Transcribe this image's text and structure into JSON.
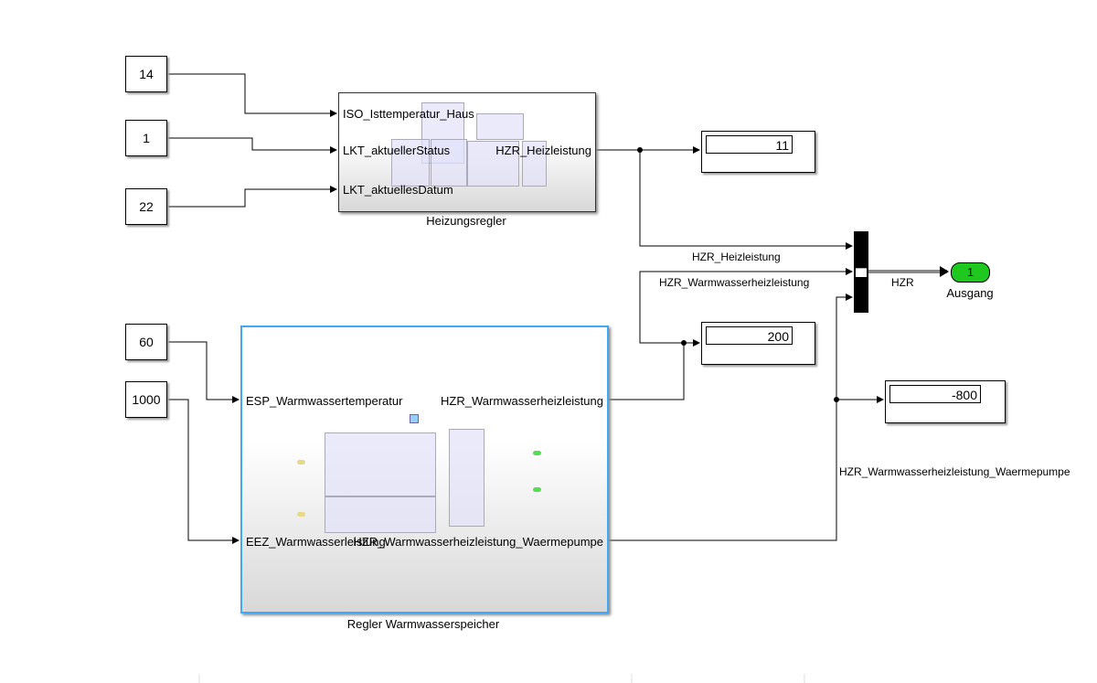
{
  "constants": {
    "c14": "14",
    "c1": "1",
    "c22": "22",
    "c60": "60",
    "c1000": "1000"
  },
  "heizungsregler": {
    "name": "Heizungsregler",
    "inputs": [
      "ISO_Isttemperatur_Haus",
      "LKT_aktuellerStatus",
      "LKT_aktuellesDatum"
    ],
    "output": "HZR_Heizleistung"
  },
  "regler_ww": {
    "name": "Regler Warmwasserspeicher",
    "inputs": [
      "ESP_Warmwassertemperatur",
      "EEZ_Warmwasserleistung"
    ],
    "outputs": [
      "HZR_Warmwasserheizleistung",
      "HZR_Warmwasserheizleistung_Waermepumpe"
    ],
    "selected_color": "#3fa9f5"
  },
  "displays": {
    "d1": "11",
    "d2": "200",
    "d3": "-800"
  },
  "signals": {
    "s1": "HZR_Heizleistung",
    "s2": "HZR_Warmwasserheizleistung",
    "s3": "HZR_Warmwasserheizleistung_Waermepumpe",
    "bus": "HZR"
  },
  "outport": {
    "number": "1",
    "name": "Ausgang",
    "color": "#1ec81e"
  }
}
